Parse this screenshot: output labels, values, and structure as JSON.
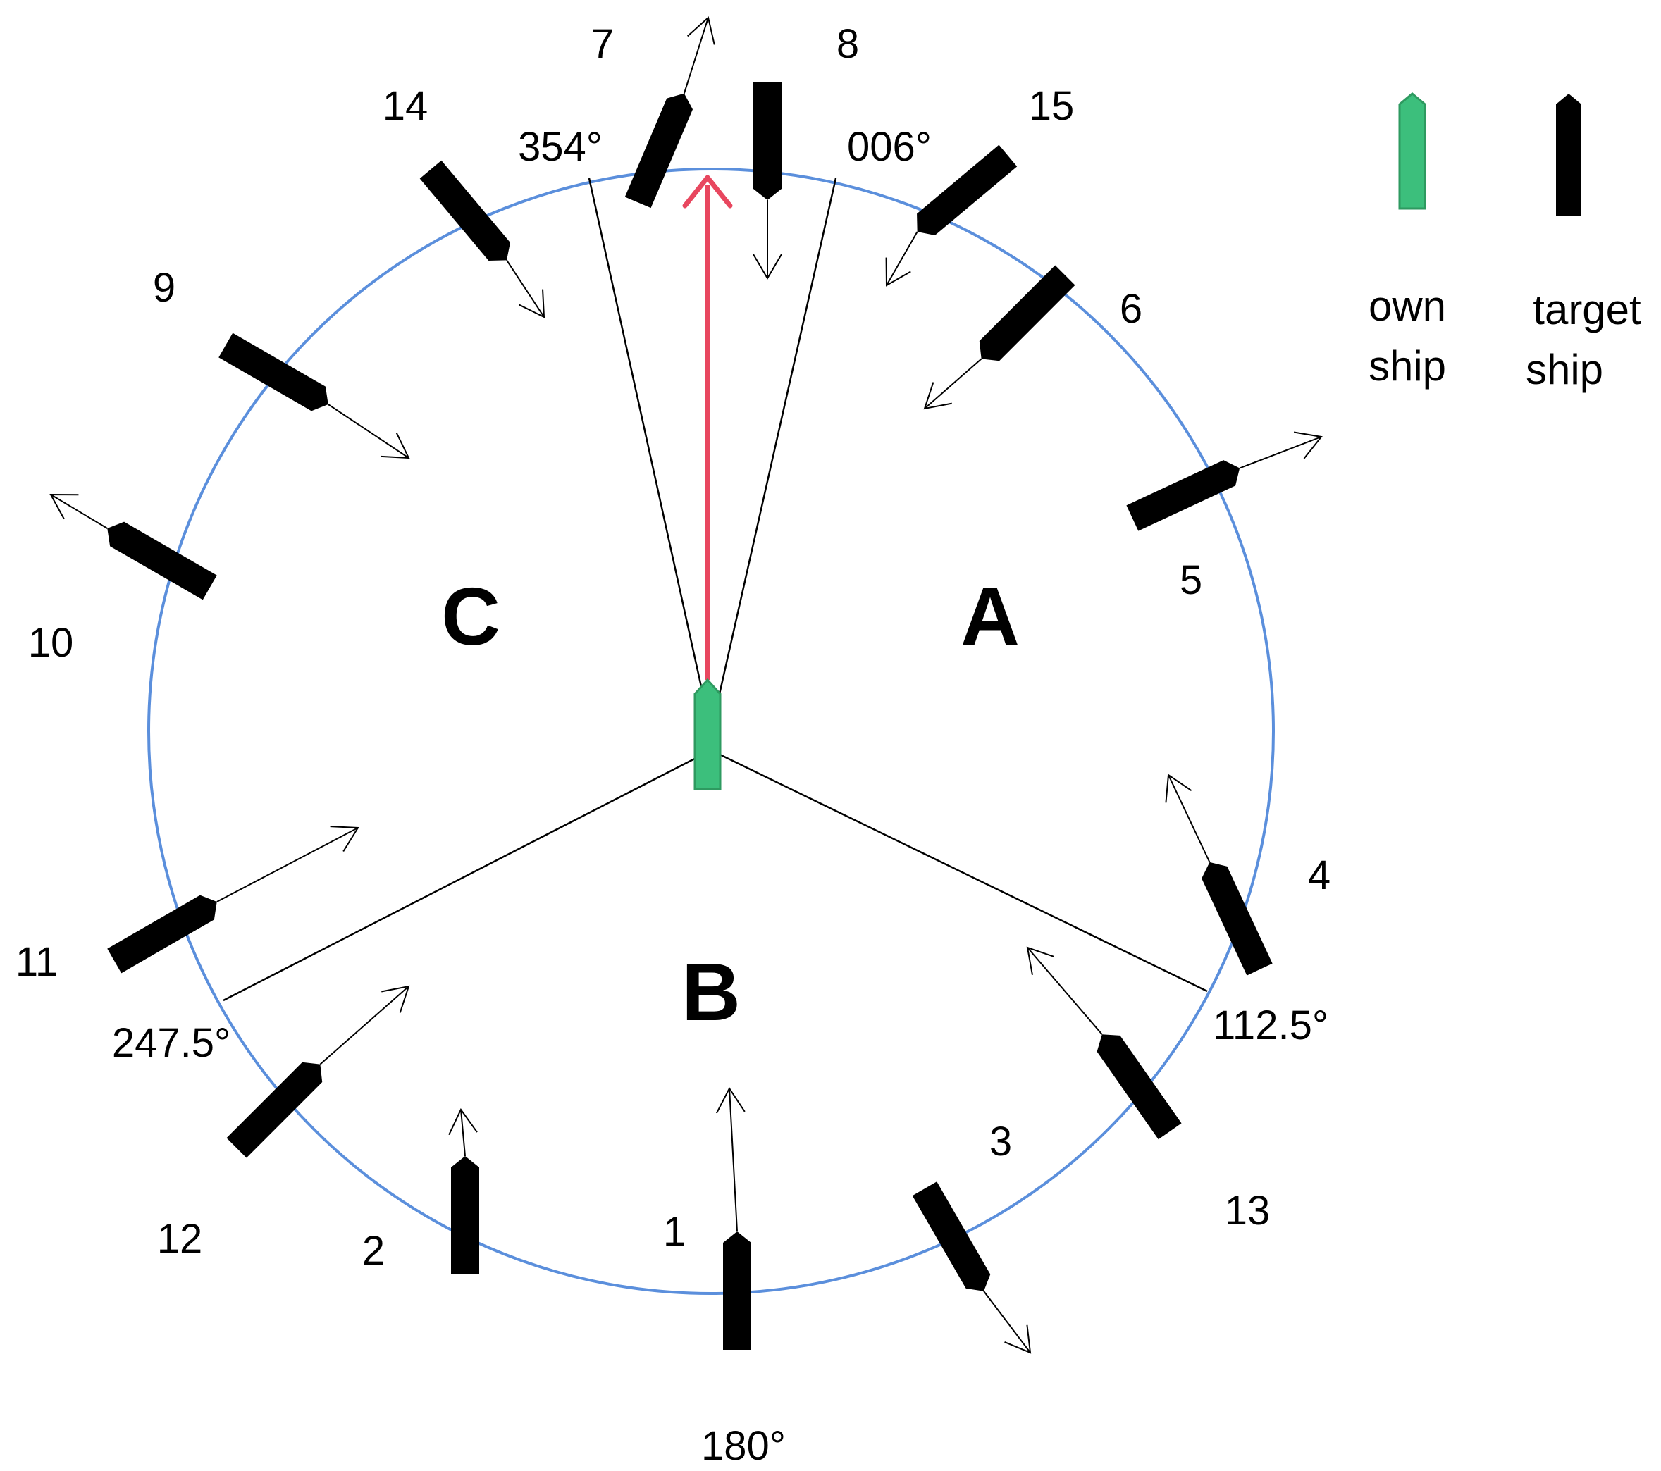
{
  "colors": {
    "circle": "#5b8fdc",
    "heading_arrow": "#e8475f",
    "own_ship_fill": "#3cbf7c",
    "own_ship_stroke": "#2e9a60",
    "target_ship": "#000000",
    "sector_line": "#000000"
  },
  "zones": {
    "a": "A",
    "b": "B",
    "c": "C"
  },
  "bearings": {
    "b354": "354°",
    "b006": "006°",
    "b112": "112.5°",
    "b247": "247.5°",
    "b180": "180°"
  },
  "legend": {
    "own_line1": "own",
    "own_line2": "ship",
    "target_line1": "target",
    "target_line2": "ship"
  },
  "target_ships": [
    {
      "id": "1",
      "label": "1"
    },
    {
      "id": "2",
      "label": "2"
    },
    {
      "id": "3",
      "label": "3"
    },
    {
      "id": "4",
      "label": "4"
    },
    {
      "id": "5",
      "label": "5"
    },
    {
      "id": "6",
      "label": "6"
    },
    {
      "id": "7",
      "label": "7"
    },
    {
      "id": "8",
      "label": "8"
    },
    {
      "id": "9",
      "label": "9"
    },
    {
      "id": "10",
      "label": "10"
    },
    {
      "id": "11",
      "label": "11"
    },
    {
      "id": "12",
      "label": "12"
    },
    {
      "id": "13",
      "label": "13"
    },
    {
      "id": "14",
      "label": "14"
    },
    {
      "id": "15",
      "label": "15"
    }
  ]
}
